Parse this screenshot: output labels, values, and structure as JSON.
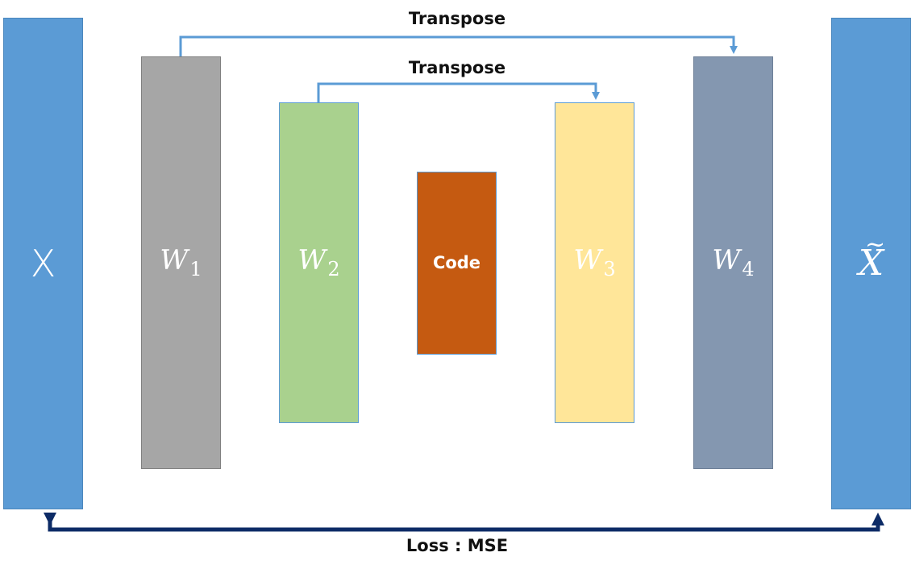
{
  "diagram": {
    "blocks": {
      "x": {
        "label": "X",
        "color": "#5b9bd5"
      },
      "w1": {
        "label": "W",
        "sub": "1",
        "color": "#a6a6a6"
      },
      "w2": {
        "label": "W",
        "sub": "2",
        "color": "#a9d18e"
      },
      "code": {
        "label": "Code",
        "color": "#c55a11"
      },
      "w3": {
        "label": "W",
        "sub": "3",
        "color": "#ffe699"
      },
      "w4": {
        "label": "W",
        "sub": "4",
        "color": "#8497b0"
      },
      "xhat": {
        "label": "X",
        "accent": "~",
        "color": "#5b9bd5"
      }
    },
    "connectors": {
      "transpose_outer": {
        "label": "Transpose",
        "from": "W1",
        "to": "W4",
        "color": "#5b9bd5"
      },
      "transpose_inner": {
        "label": "Transpose",
        "from": "W2",
        "to": "W3",
        "color": "#5b9bd5"
      },
      "loss": {
        "label": "Loss : MSE",
        "from": "X",
        "to": "X~",
        "color": "#0d2b66"
      }
    }
  }
}
